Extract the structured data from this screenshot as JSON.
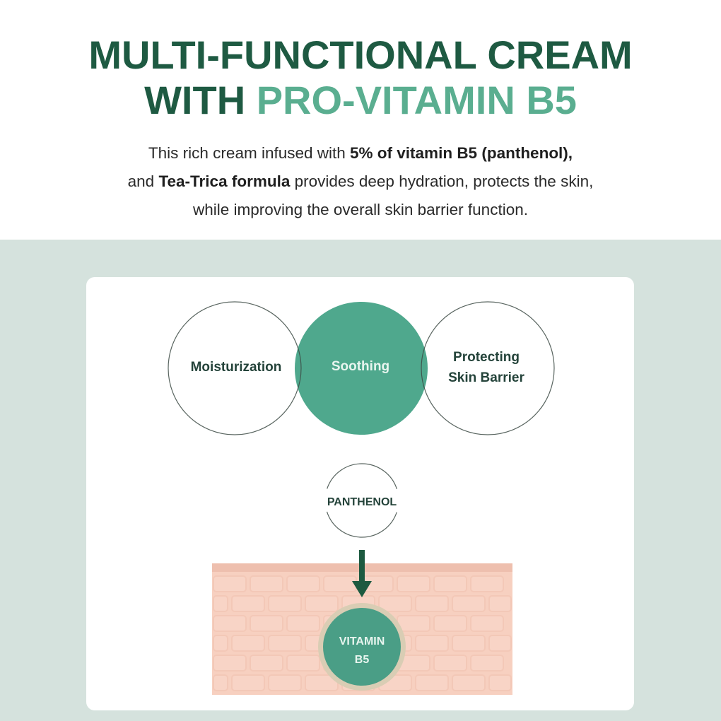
{
  "header": {
    "title_line1": "MULTI-FUNCTIONAL CREAM",
    "title_line2_prefix": "WITH",
    "title_line2_accent": "PRO-VITAMIN B5",
    "desc_1a": "This rich cream infused with ",
    "desc_1b": "5% of vitamin B5 (panthenol),",
    "desc_2a": "and ",
    "desc_2b": "Tea-Trica formula",
    "desc_2c": " provides deep hydration, protects the skin,",
    "desc_3": "while improving the overall skin barrier function."
  },
  "diagram": {
    "benefits": [
      "Moisturization",
      "Soothing",
      "Protecting",
      "Skin Barrier"
    ],
    "ingredient": "PANTHENOL",
    "core_line1": "VITAMIN",
    "core_line2": "B5"
  },
  "colors": {
    "dark_green": "#1e5a42",
    "accent_green": "#4fa88d",
    "skin": "#f7d0c0",
    "background": "#d5e2dd"
  }
}
